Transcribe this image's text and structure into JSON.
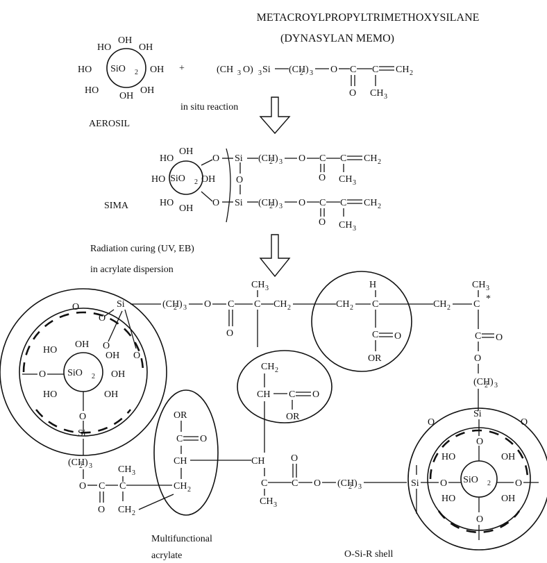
{
  "title": {
    "line1": "METACROYLPROPYLTRIMETHOXYSILANE",
    "line2": "(DYNASYLAN MEMO)"
  },
  "reaction1": {
    "plus": "+",
    "condition": "in situ reaction",
    "aerosil_label": "AEROSIL"
  },
  "reaction2": {
    "sima_label": "SIMA",
    "condition_line1": "Radiation curing (UV, EB)",
    "condition_line2": "in acrylate dispersion"
  },
  "labels": {
    "multifunctional_line1": "Multifunctional",
    "multifunctional_line2": "acrylate",
    "shell": "O-Si-R shell"
  },
  "chem": {
    "silica": "SiO",
    "sub2": "2",
    "sub3": "3",
    "ho": "HO",
    "oh": "OH",
    "o": "O",
    "si": "Si",
    "h": "H",
    "or": "OR",
    "ch": "CH",
    "methyl": "CH",
    "methoxy": "(CH",
    "methoxy_tail": "O)",
    "propyl": "(CH",
    "paren_close": ")",
    "ch2": "CH",
    "star": "*"
  }
}
